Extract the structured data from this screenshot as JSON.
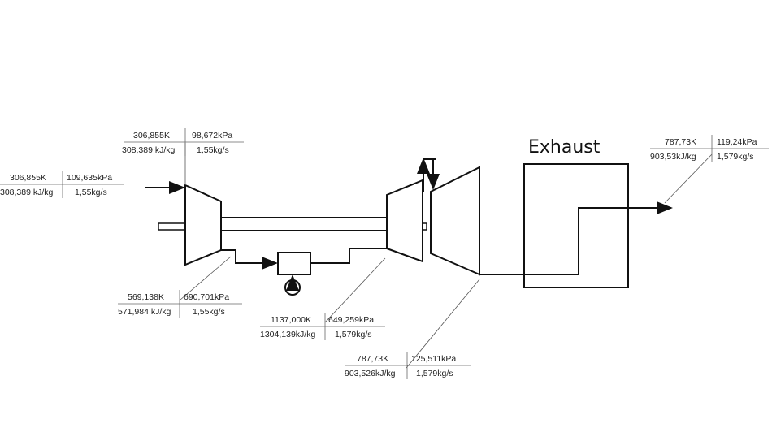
{
  "exhaust_label": "Exhaust",
  "states": [
    {
      "id": "compressor-inlet-upper",
      "t": "306,855K",
      "p": "98,672kPa",
      "h": "308,389 kJ/kg",
      "m": "1,55kg/s"
    },
    {
      "id": "ambient-inlet",
      "t": "306,855K",
      "p": "109,635kPa",
      "h": "308,389 kJ/kg",
      "m": "1,55kg/s"
    },
    {
      "id": "compressor-outlet",
      "t": "569,138K",
      "p": "690,701kPa",
      "h": "571,984 kJ/kg",
      "m": "1,55kg/s"
    },
    {
      "id": "turbine-inlet",
      "t": "1137,000K",
      "p": "649,259kPa",
      "h": "1304,139kJ/kg",
      "m": "1,579kg/s"
    },
    {
      "id": "turbine-outlet",
      "t": "787,73K",
      "p": "125,511kPa",
      "h": "903,526kJ/kg",
      "m": "1,579kg/s"
    },
    {
      "id": "exhaust-outlet",
      "t": "787,73K",
      "p": "119,24kPa",
      "h": "903,53kJ/kg",
      "m": "1,579kg/s"
    }
  ]
}
